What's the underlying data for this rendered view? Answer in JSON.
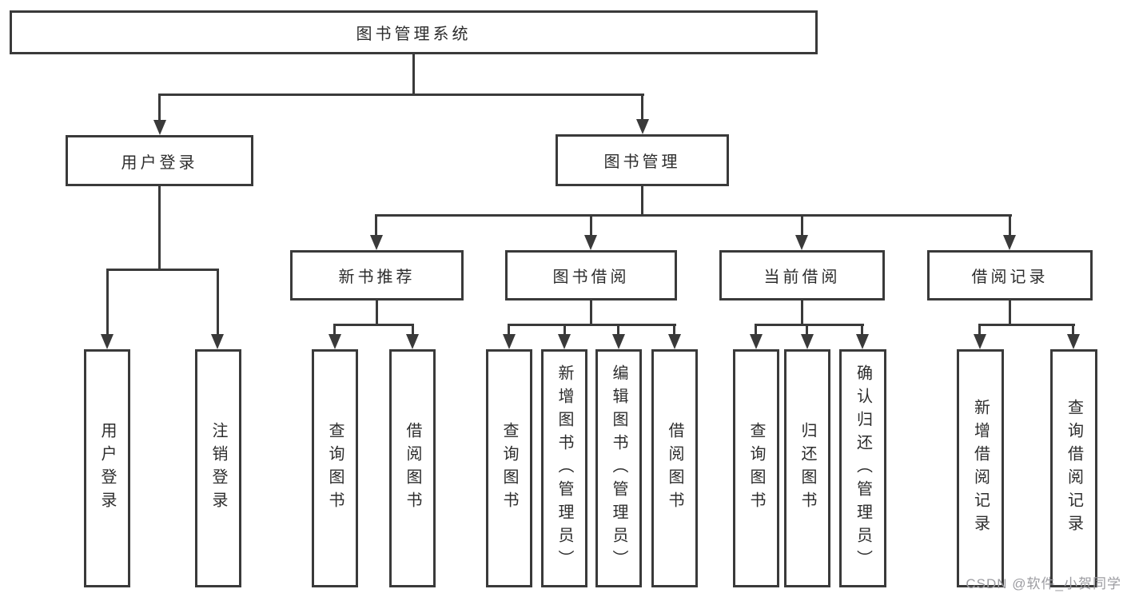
{
  "tree": {
    "root_label": "图书管理系统",
    "login_branch": {
      "label": "用户登录",
      "children": [
        {
          "label": "用户登录"
        },
        {
          "label": "注销登录"
        }
      ]
    },
    "mgmt_branch": {
      "label": "图书管理",
      "groups": [
        {
          "label": "新书推荐",
          "children": [
            {
              "label": "查询图书"
            },
            {
              "label": "借阅图书"
            }
          ]
        },
        {
          "label": "图书借阅",
          "children": [
            {
              "label": "查询图书"
            },
            {
              "label": "新增图书（管理员）"
            },
            {
              "label": "编辑图书（管理员）"
            },
            {
              "label": "借阅图书"
            }
          ]
        },
        {
          "label": "当前借阅",
          "children": [
            {
              "label": "查询图书"
            },
            {
              "label": "归还图书"
            },
            {
              "label": "确认归还（管理员）"
            }
          ]
        },
        {
          "label": "借阅记录",
          "children": [
            {
              "label": "新增借阅记录"
            },
            {
              "label": "查询借阅记录"
            }
          ]
        }
      ]
    },
    "watermark": "CSDN @软件_小贺同学"
  },
  "colors": {
    "line": "#3a3a3a",
    "text": "#2d2d2d",
    "watermark": "#9c9ca1",
    "background": "#ffffff"
  }
}
